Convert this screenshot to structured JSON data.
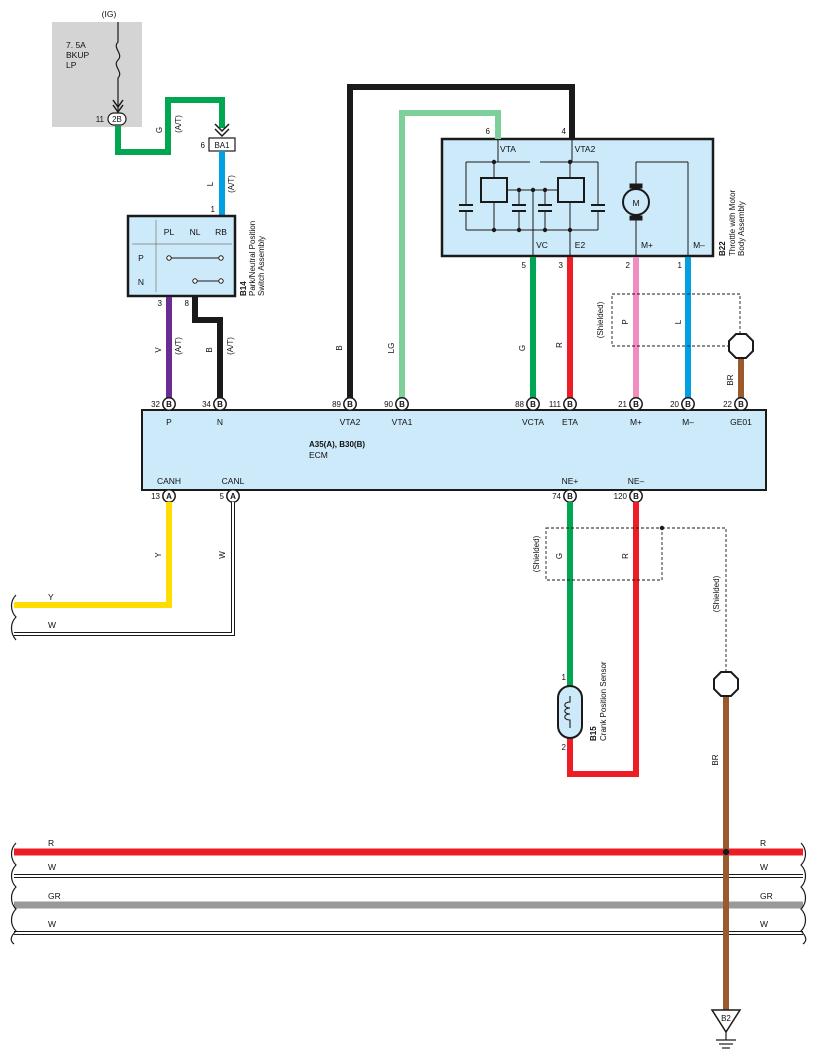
{
  "fuse": {
    "supply": "(IG)",
    "rating": "7. 5A",
    "name_line1": "BKUP",
    "name_line2": "LP",
    "pin_number": "11",
    "connector": "2B"
  },
  "junction": {
    "pin_number": "6",
    "connector": "BA1",
    "pin_out": "1"
  },
  "wire_codes": {
    "G": "G",
    "L": "L",
    "V": "V",
    "B": "B",
    "LG": "LG",
    "R": "R",
    "P": "P",
    "BR": "BR",
    "Y": "Y",
    "W": "W",
    "GR": "GR",
    "at": "(A/T)"
  },
  "switch": {
    "id": "B14",
    "name_line1": "Park/Neutral Position",
    "name_line2": "Switch Assembly",
    "columns": [
      "PL",
      "NL",
      "RB"
    ],
    "rows": [
      "P",
      "N"
    ],
    "pin_p": "3",
    "pin_n": "8"
  },
  "throttle": {
    "id": "B22",
    "name_line1": "Throttle with Motor",
    "name_line2": "Body Assembly",
    "pin_vta": "6",
    "pin_vta2": "4",
    "pin_vc": "5",
    "pin_e2": "3",
    "pin_mplus": "2",
    "pin_mminus": "1",
    "label_vta": "VTA",
    "label_vta2": "VTA2",
    "label_vc": "VC",
    "label_e2": "E2",
    "label_mplus": "M+",
    "label_mminus": "M–",
    "motor": "M"
  },
  "shielded": "(Shielded)",
  "ecm": {
    "connector_a": "A",
    "connector_b": "B",
    "title": "A35(A), B30(B)",
    "subtitle": "ECM",
    "top_pins": [
      {
        "num": "32",
        "conn": "B",
        "label": "P"
      },
      {
        "num": "34",
        "conn": "B",
        "label": "N"
      },
      {
        "num": "89",
        "conn": "B",
        "label": "VTA2"
      },
      {
        "num": "90",
        "conn": "B",
        "label": "VTA1"
      },
      {
        "num": "88",
        "conn": "B",
        "label": "VCTA"
      },
      {
        "num": "111",
        "conn": "B",
        "label": "ETA"
      },
      {
        "num": "21",
        "conn": "B",
        "label": "M+"
      },
      {
        "num": "20",
        "conn": "B",
        "label": "M–"
      },
      {
        "num": "22",
        "conn": "B",
        "label": "GE01"
      }
    ],
    "bottom_pins": [
      {
        "num": "13",
        "conn": "A",
        "label": "CANH"
      },
      {
        "num": "5",
        "conn": "A",
        "label": "CANL"
      },
      {
        "num": "74",
        "conn": "B",
        "label": "NE+"
      },
      {
        "num": "120",
        "conn": "B",
        "label": "NE–"
      }
    ]
  },
  "crank_sensor": {
    "id": "B15",
    "name": "Crank Position Sensor",
    "pin1": "1",
    "pin2": "2"
  },
  "bus": {
    "left_y": "Y",
    "left_w": "W",
    "lines": [
      {
        "left": "R",
        "right": "R",
        "color": "#ee1c25"
      },
      {
        "left": "W",
        "right": "W",
        "color": "#ffffff"
      },
      {
        "left": "GR",
        "right": "GR",
        "color": "#999999"
      },
      {
        "left": "W",
        "right": "W",
        "color": "#ffffff"
      }
    ]
  },
  "ground": {
    "id": "B2"
  },
  "colors": {
    "black": "#1a1a1a",
    "green": "#00a651",
    "light_green": "#7fcf9b",
    "blue": "#00a0e3",
    "purple": "#6a2c91",
    "red": "#ee1c25",
    "pink": "#f08cc0",
    "brown": "#9a5a2e",
    "yellow": "#ffdd00",
    "gray": "#999999",
    "ecm_fill": "#cdeafa",
    "fuse_fill": "#d4d4d4"
  }
}
